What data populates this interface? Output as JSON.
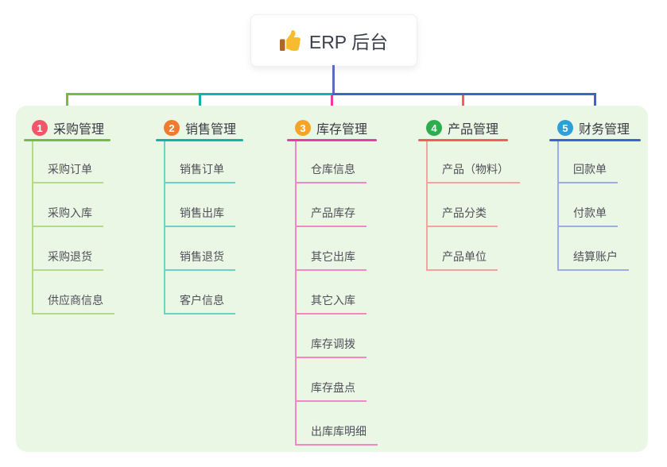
{
  "root": {
    "title": "ERP 后台",
    "icon": "thumbs-up",
    "icon_colors": {
      "hand": "#f7bb2f",
      "cuff": "#aa682a"
    }
  },
  "canvas": {
    "background": "#ffffff",
    "panel_background": "#eaf7e5",
    "stem_color": "#5a6ac8"
  },
  "branches": [
    {
      "number": "1",
      "title": "采购管理",
      "line_color": "#7cb93f",
      "item_line_color": "#b5d98b",
      "badge_color": "#f2566b",
      "items": [
        "采购订单",
        "采购入库",
        "采购退货",
        "供应商信息"
      ]
    },
    {
      "number": "2",
      "title": "销售管理",
      "line_color": "#14b3a9",
      "item_line_color": "#70cfc6",
      "badge_color": "#ef7b30",
      "items": [
        "销售订单",
        "销售出库",
        "销售退货",
        "客户信息"
      ]
    },
    {
      "number": "3",
      "title": "库存管理",
      "line_color": "#e83e9d",
      "item_line_color": "#f287c3",
      "badge_color": "#f6a428",
      "items": [
        "仓库信息",
        "产品库存",
        "其它出库",
        "其它入库",
        "库存调拨",
        "库存盘点",
        "出库库明细"
      ]
    },
    {
      "number": "4",
      "title": "产品管理",
      "line_color": "#f25d5d",
      "item_line_color": "#f6a2a2",
      "badge_color": "#2cae4e",
      "items": [
        "产品（物料）",
        "产品分类",
        "产品单位"
      ]
    },
    {
      "number": "5",
      "title": "财务管理",
      "line_color": "#3e63d1",
      "item_line_color": "#9dade4",
      "badge_color": "#2da0d9",
      "items": [
        "回款单",
        "付款单",
        "结算账户"
      ]
    }
  ]
}
